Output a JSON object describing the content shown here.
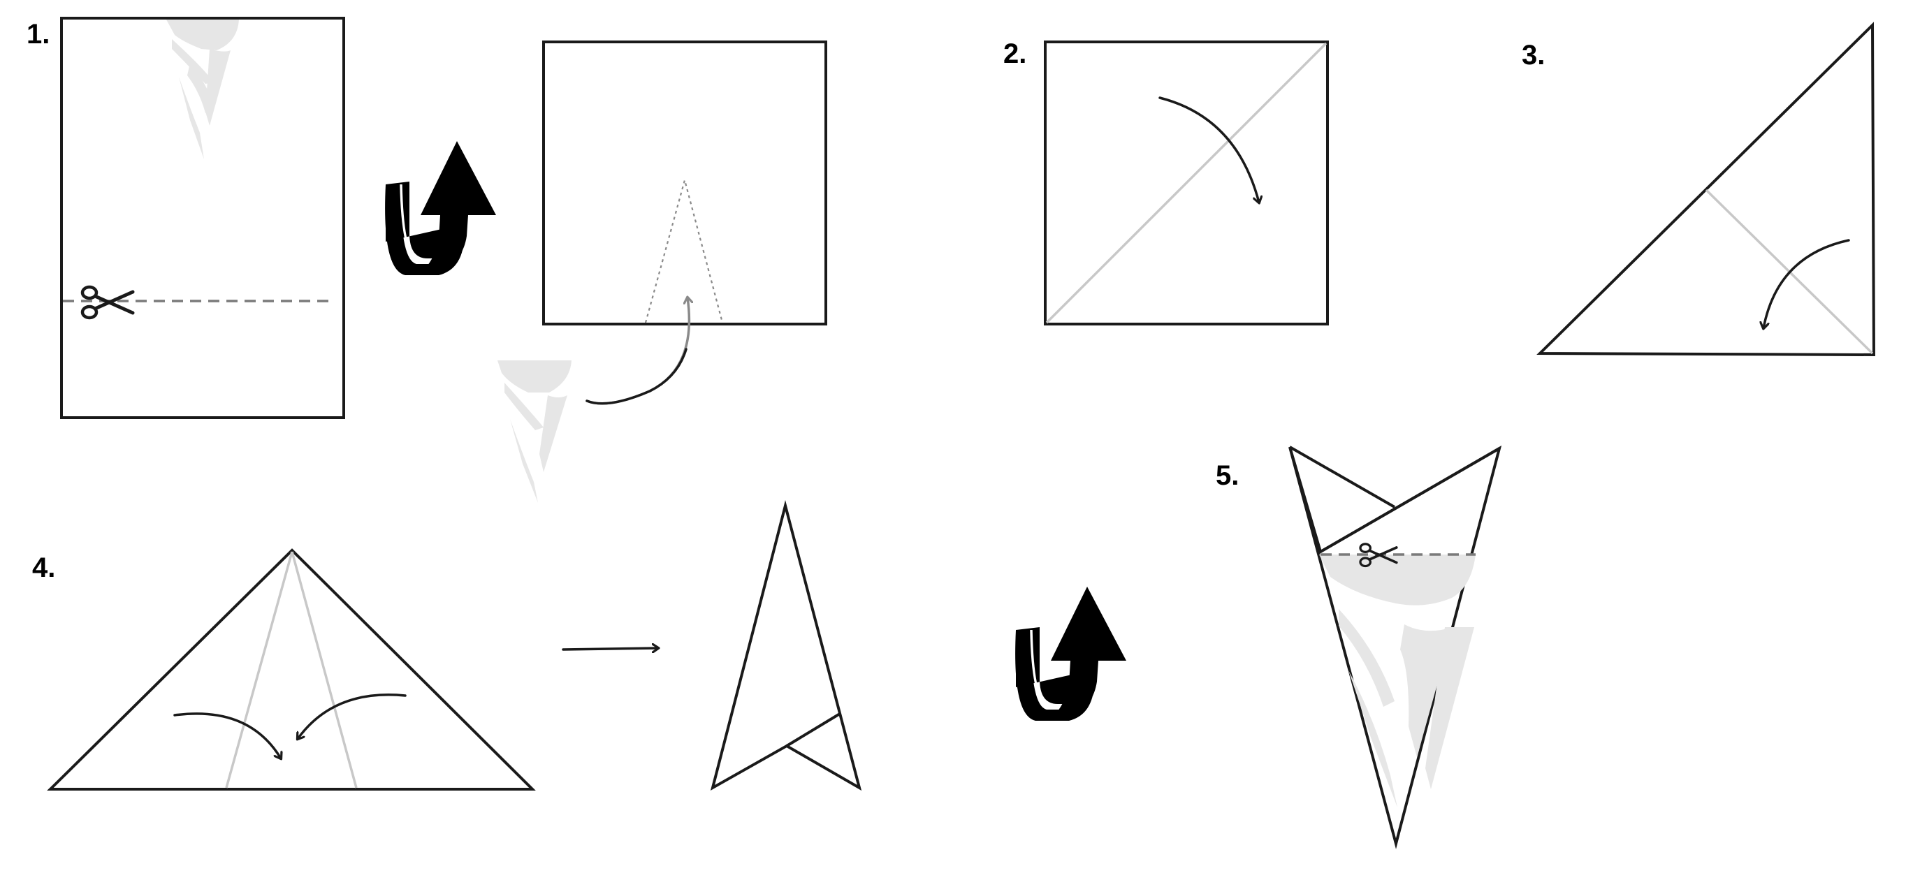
{
  "steps": {
    "step1": "1.",
    "step2": "2.",
    "step3": "3.",
    "step4": "4.",
    "step5": "5."
  },
  "icons": [
    "scissors-icon",
    "flip-over-icon",
    "fold-arrow-icon",
    "straight-arrow-icon"
  ],
  "colors": {
    "outline": "#1a1a1a",
    "crease": "#c8c8c8",
    "cut_line": "#7a7a7a",
    "cut_shape": "#e6e6e6",
    "background": "#ffffff"
  }
}
